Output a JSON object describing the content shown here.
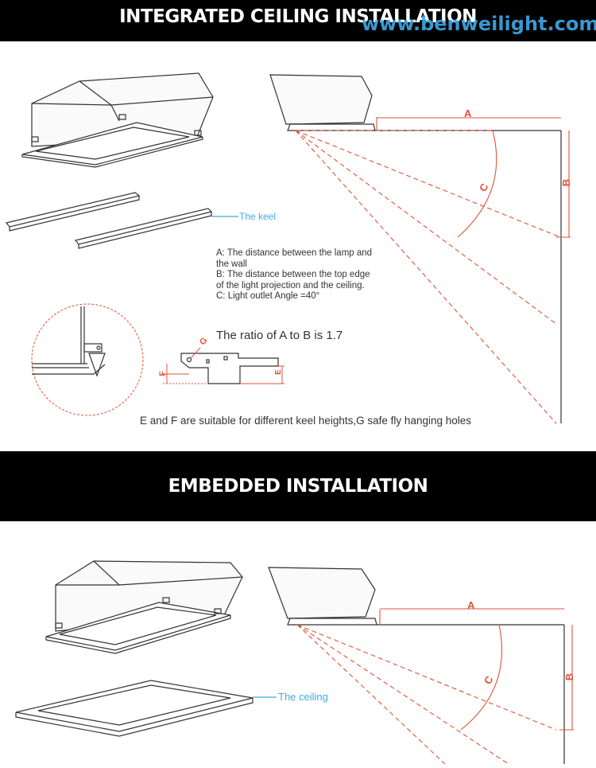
{
  "watermark": "www.benweilight.com",
  "section1": {
    "title": "INTEGRATED CEILING INSTALLATION",
    "keel_label": "The keel",
    "legend": [
      "A: The distance between the lamp and",
      "the wall",
      "B: The distance between the top edge",
      "of the light projection and the ceiling.",
      "C: Light outlet Angle =40°"
    ],
    "ratio_text": "The ratio of A to B is 1.7",
    "note": "E and F are suitable for different keel heights,G safe fly hanging holes",
    "dim_a": "A",
    "dim_b": "B",
    "dim_c": "C",
    "bracket_g": "G",
    "bracket_e": "E",
    "bracket_f": "F"
  },
  "section2": {
    "title": "EMBEDDED INSTALLATION",
    "ceiling_label": "The ceiling",
    "dim_a": "A",
    "dim_b": "B",
    "dim_c": "C"
  },
  "colors": {
    "banner_bg": "#000000",
    "banner_text": "#ffffff",
    "watermark": "#3fa9e8",
    "callout": "#3fa9e8",
    "dimension": "#e0533a",
    "line": "#333333"
  }
}
